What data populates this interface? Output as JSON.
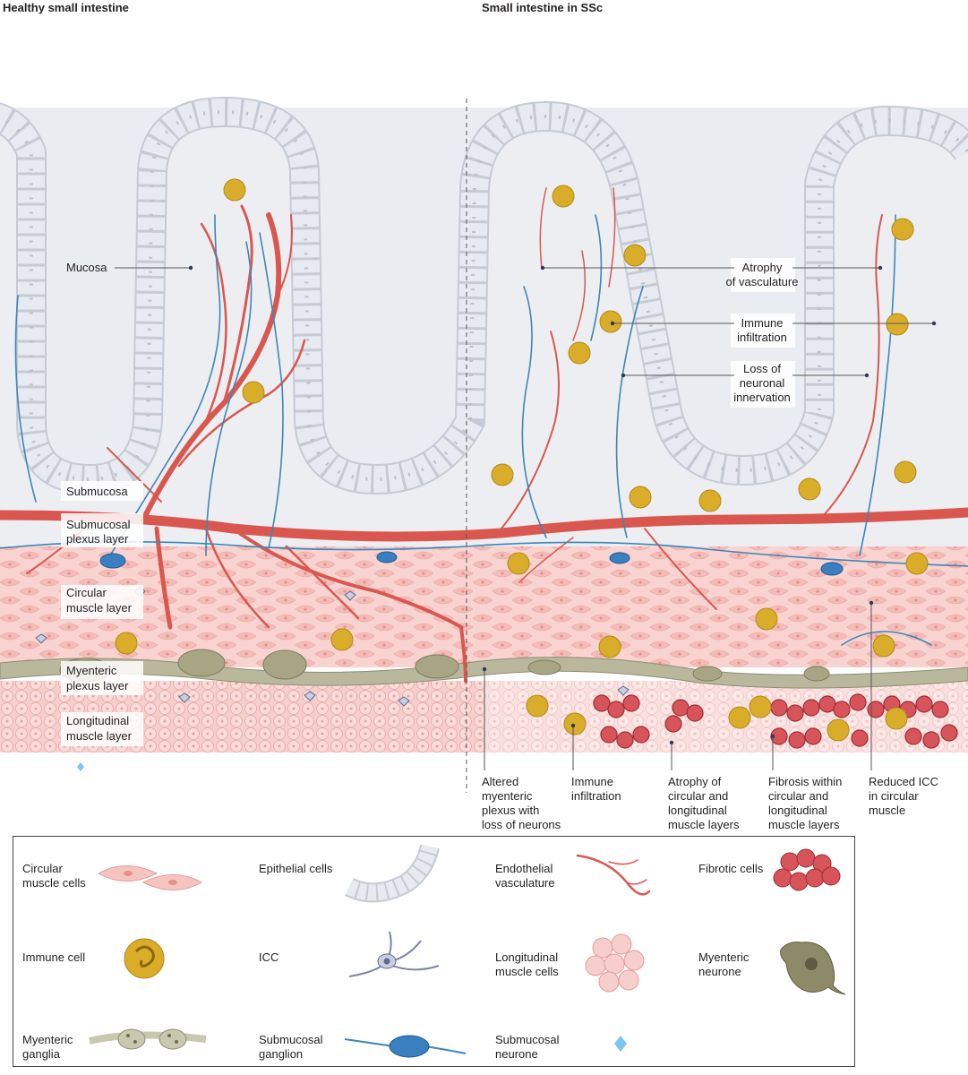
{
  "titles": {
    "healthy": "Healthy small intestine",
    "ssc": "Small intestine in SSc"
  },
  "layer_labels": {
    "mucosa": "Mucosa",
    "submucosa": "Submucosa",
    "submucosal_plexus": [
      "Submucosal",
      "plexus layer"
    ],
    "circular_muscle": [
      "Circular",
      "muscle layer"
    ],
    "myenteric_plexus": [
      "Myenteric",
      "plexus layer"
    ],
    "longitudinal_muscle": [
      "Longitudinal",
      "muscle layer"
    ]
  },
  "ssc_callouts": {
    "atrophy_vasculature": [
      "Atrophy",
      "of vasculature"
    ],
    "immune_infiltration_mucosa": [
      "Immune",
      "infiltration"
    ],
    "loss_innervation": [
      "Loss of",
      "neuronal",
      "innervation"
    ]
  },
  "bottom_callouts": {
    "altered_plexus": [
      "Altered",
      "myenteric",
      "plexus with",
      "loss of neurons"
    ],
    "immune_infiltration": [
      "Immune",
      "infiltration"
    ],
    "atrophy_muscle": [
      "Atrophy of",
      "circular and",
      "longitudinal",
      "muscle layers"
    ],
    "fibrosis": [
      "Fibrosis within",
      "circular and",
      "longitudinal",
      "muscle layers"
    ],
    "reduced_icc": [
      "Reduced ICC",
      "in circular",
      "muscle"
    ]
  },
  "legend": {
    "circular_muscle_cells": [
      "Circular",
      "muscle cells"
    ],
    "epithelial_cells": [
      "Epithelial cells"
    ],
    "endothelial_vasculature": [
      "Endothelial",
      "vasculature"
    ],
    "fibrotic_cells": [
      "Fibrotic cells"
    ],
    "immune_cell": [
      "Immune cell"
    ],
    "icc": [
      "ICC"
    ],
    "longitudinal_muscle_cells": [
      "Longitudinal",
      "muscle cells"
    ],
    "myenteric_neurone": [
      "Myenteric",
      "neurone"
    ],
    "myenteric_ganglia": [
      "Myenteric",
      "ganglia"
    ],
    "submucosal_ganglion": [
      "Submucosal",
      "ganglion"
    ],
    "submucosal_neurone": [
      "Submucosal",
      "neurone"
    ]
  },
  "colors": {
    "vessel": "#d9574f",
    "vessel_light": "#e88580",
    "nerve": "#3d86b8",
    "epithelium": "#e4e8ee",
    "epithelium_stroke": "#aab2bf",
    "submucosa_bg": "#eceef2",
    "muscle": "#f5c4c1",
    "muscle_stroke": "#e49b97",
    "immune": "#d9ad2a",
    "ganglion": "#b9b79c",
    "fibrotic": "#d6545a"
  }
}
